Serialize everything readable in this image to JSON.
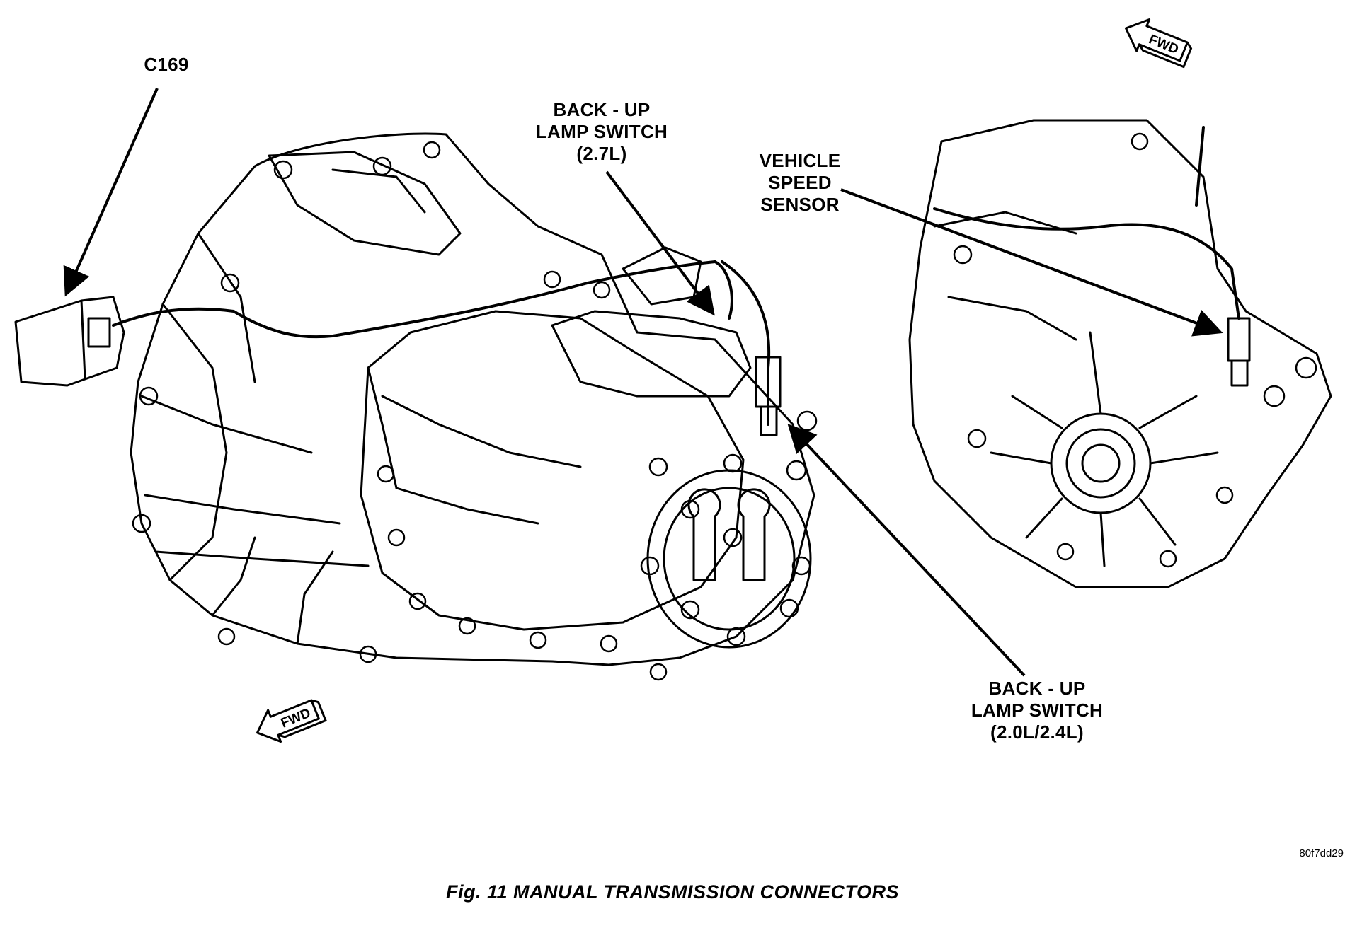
{
  "labels": {
    "connector": "C169",
    "backup_27": [
      "BACK - UP",
      "LAMP SWITCH",
      "(2.7L)"
    ],
    "vehicle_speed": [
      "VEHICLE",
      "SPEED",
      "SENSOR"
    ],
    "backup_20": [
      "BACK - UP",
      "LAMP SWITCH",
      "(2.0L/2.4L)"
    ]
  },
  "fwd_label": "FWD",
  "doc_id": "80f7dd29",
  "caption": "Fig. 11 MANUAL TRANSMISSION CONNECTORS"
}
